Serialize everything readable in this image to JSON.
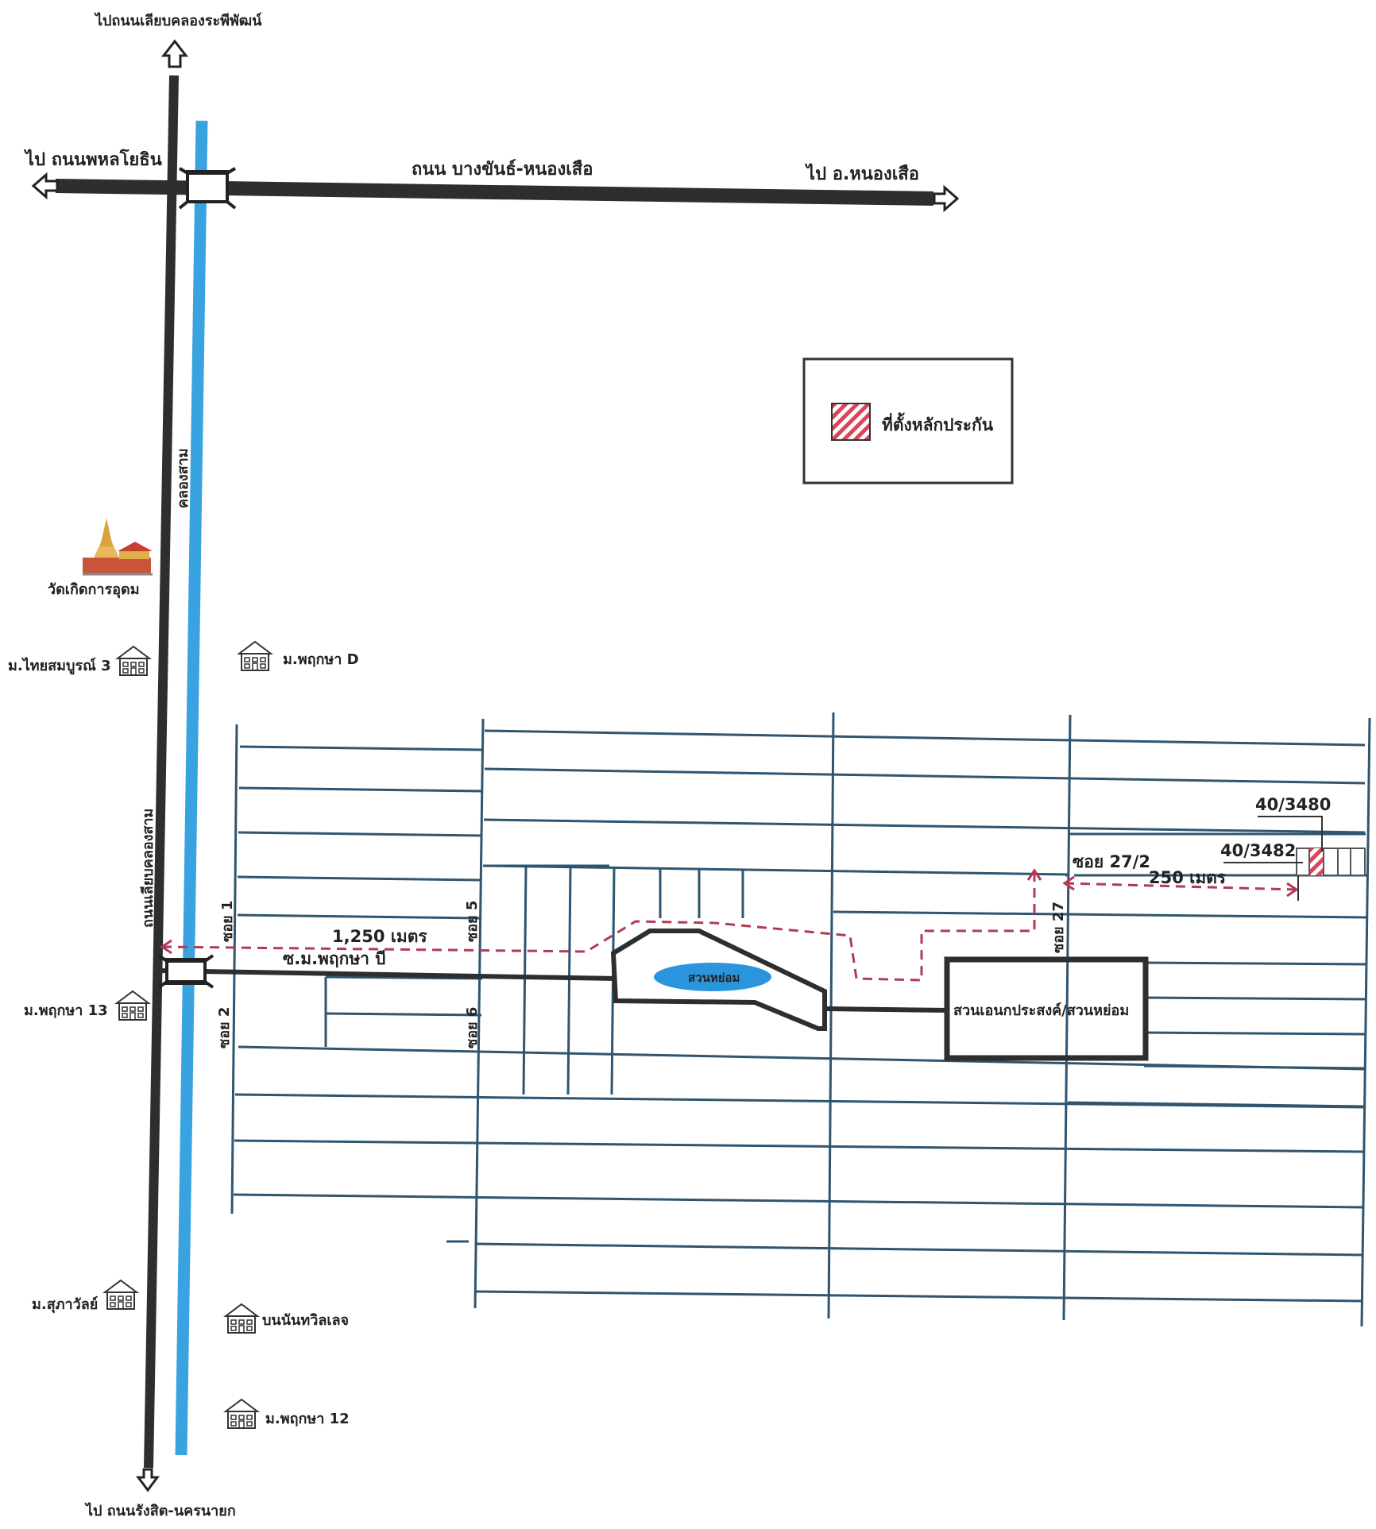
{
  "colors": {
    "road": "#2e2e2e",
    "canal": "#38a3e0",
    "grid": "#2f5570",
    "route": "#b23a58",
    "plot": "#d9465a",
    "pond": "#2a95dc"
  },
  "icons": [
    "up-arrow-icon",
    "left-arrow-icon",
    "right-arrow-icon",
    "down-arrow-icon",
    "bridge-icon",
    "temple-icon",
    "house-icon",
    "hatched-plot-icon"
  ],
  "labels": {
    "to_north": "ไปถนนเลียบคลองระพีพัฒน์",
    "to_west": "ไป ถนนพหลโยธิน",
    "main_road": "ถนน บางขันธ์-หนองเสือ",
    "to_east": "ไป อ.หนองเสือ",
    "canal": "คลองสาม",
    "canal_road": "ถนนเลียบคลองสาม",
    "to_south": "ไป ถนนรังสิต-นครนายก",
    "temple": "วัดเกิดการอุดม",
    "thai_somboon": "ม.ไทยสมบูรณ์ 3",
    "pruksa_d": "ม.พฤกษา D",
    "pruksa_13": "ม.พฤกษา 13",
    "supawan": "ม.สุภาวัลย์",
    "bnn": "บนนันทวิลเลจ",
    "pruksa_12": "ม.พฤกษา 12",
    "soi_1": "ซอย 1",
    "soi_2": "ซอย 2",
    "soi_5": "ซอย 5",
    "soi_6": "ซอย 6",
    "soi_27": "ซอย 27",
    "soi_27_2": "ซอย 27/2",
    "village_road": "ซ.ม.พฤกษา บี",
    "dist_1250": "1,250 เมตร",
    "dist_250": "250 เมตร",
    "pond": "สวนหย่อม",
    "park": "สวนเอนกประสงค์/สวนหย่อม",
    "plot_a": "40/3480",
    "plot_b": "40/3482"
  },
  "legend": {
    "label": "ที่ตั้งหลักประกัน"
  }
}
